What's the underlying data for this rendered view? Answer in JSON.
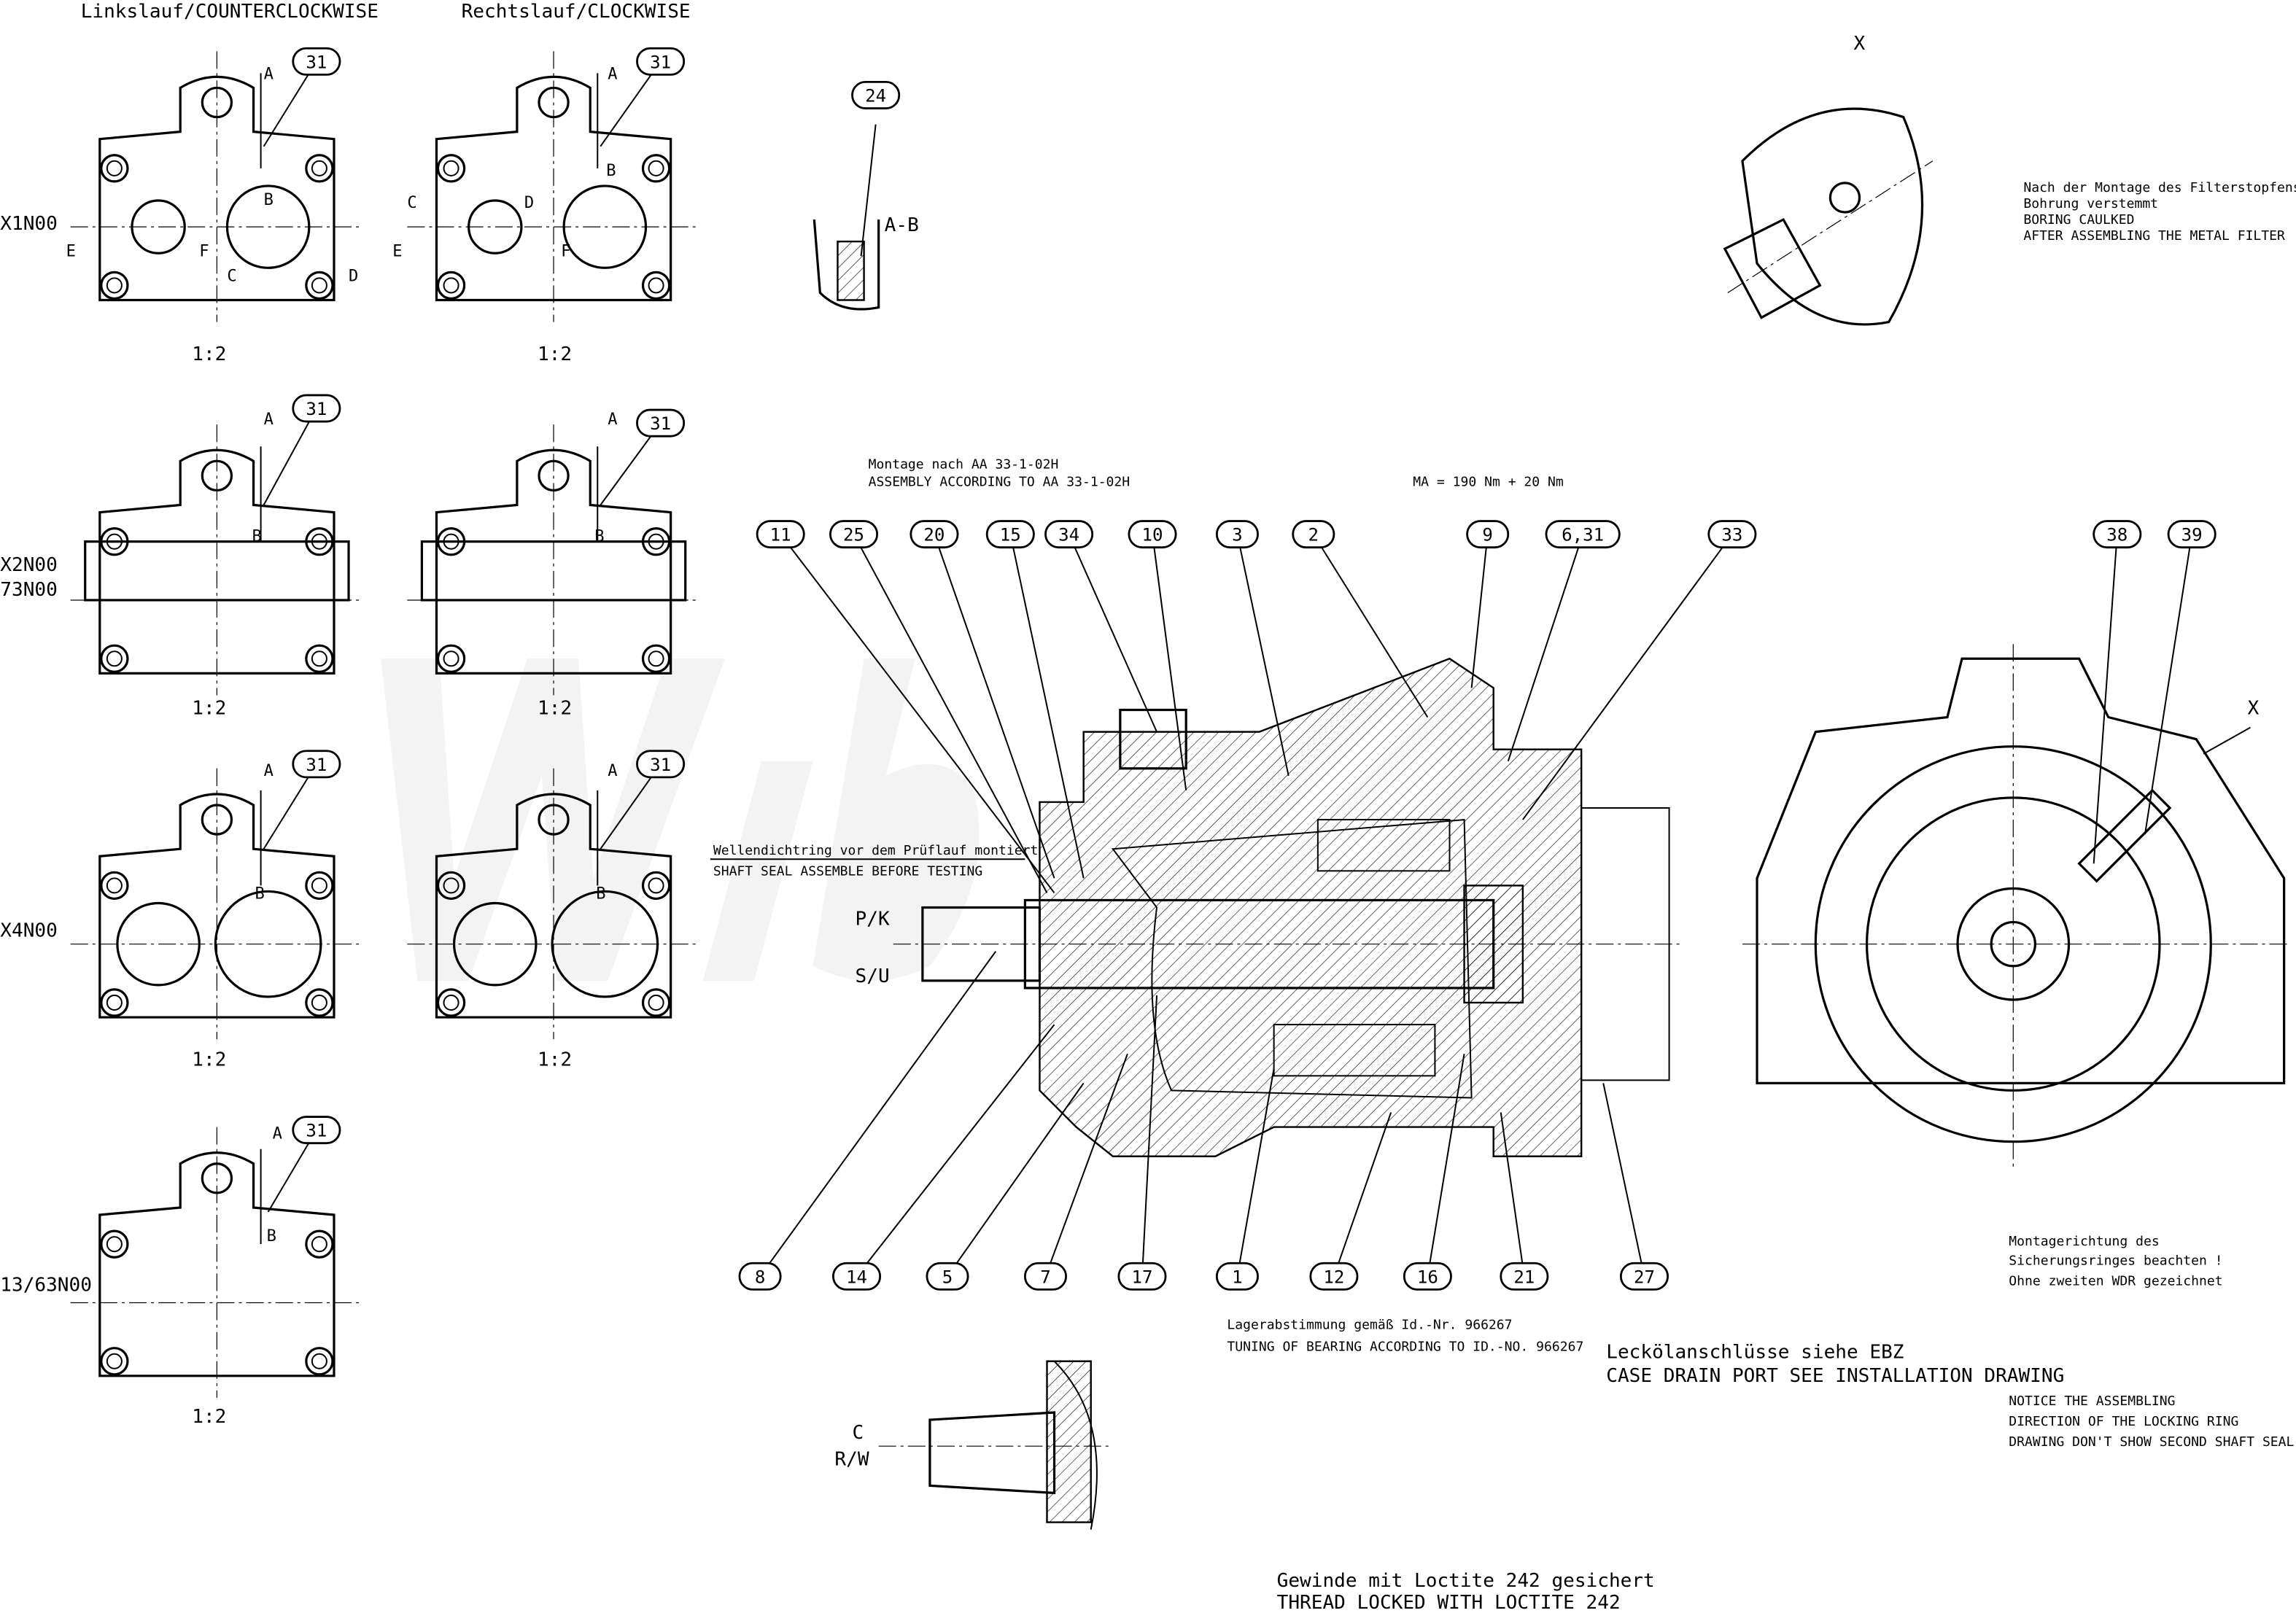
{
  "headers": {
    "ccw": "Linkslauf/COUNTERCLOCKWISE",
    "cw": "Rechtslauf/CLOCKWISE"
  },
  "variants": [
    "X1N00",
    "X2N00",
    "73N00",
    "X4N00",
    "13/63N00"
  ],
  "scale": "1:2",
  "section_labels": {
    "a": "A",
    "b": "B",
    "c": "C",
    "d": "D",
    "e": "E",
    "f": "F",
    "ab": "A-B",
    "x": "X",
    "pk": "P/K",
    "su": "S/U",
    "c2": "C",
    "rw": "R/W"
  },
  "balloon_31": "31",
  "balloon_24": "24",
  "notes": {
    "filter": [
      "Nach der Montage des Filterstopfens",
      "Bohrung verstemmt",
      "BORING CAULKED",
      "AFTER ASSEMBLING THE METAL FILTER"
    ],
    "assembly": [
      "Montage nach AA 33-1-02H",
      "ASSEMBLY ACCORDING TO AA 33-1-02H"
    ],
    "torque": "MA = 190 Nm + 20 Nm",
    "shaft_seal": [
      "Wellendichtring vor dem Prüflauf montiert",
      "SHAFT SEAL ASSEMBLE BEFORE TESTING"
    ],
    "bearing": [
      "Lagerabstimmung gemäß Id.-Nr. 966267",
      "TUNING OF BEARING ACCORDING TO ID.-NO. 966267"
    ],
    "case_drain": [
      "Leckölanschlüsse siehe EBZ",
      "CASE DRAIN PORT SEE INSTALLATION DRAWING"
    ],
    "locking_ring": [
      "Montagerichtung des",
      "Sicherungsringes beachten !",
      "Ohne zweiten WDR gezeichnet",
      "NOTICE THE ASSEMBLING",
      "DIRECTION OF THE LOCKING RING",
      "DRAWING DON'T SHOW SECOND SHAFT SEAL"
    ],
    "loctite": [
      "Gewinde mit Loctite 242 gesichert",
      "THREAD LOCKED WITH LOCTITE 242"
    ]
  },
  "balloons_top": [
    "11",
    "25",
    "20",
    "15",
    "34",
    "10",
    "3",
    "2",
    "9",
    "6,31",
    "33",
    "38",
    "39"
  ],
  "balloons_bottom": [
    "8",
    "14",
    "5",
    "7",
    "17",
    "1",
    "12",
    "16",
    "21",
    "27"
  ]
}
